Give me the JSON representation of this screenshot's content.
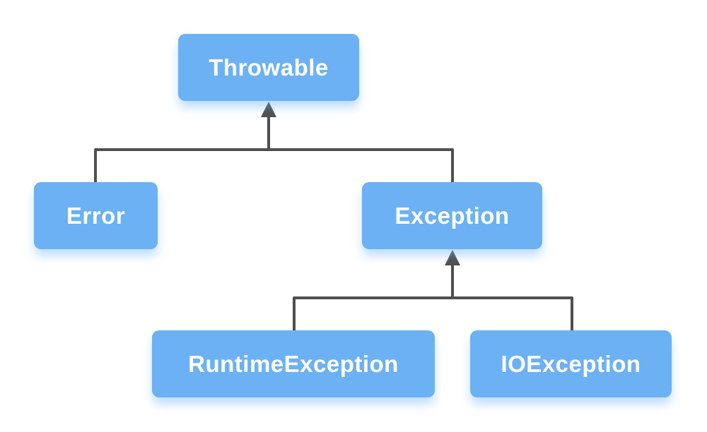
{
  "diagram": {
    "type": "hierarchy-tree",
    "description": "Java exception class hierarchy",
    "nodes": [
      {
        "id": "throwable",
        "label": "Throwable",
        "parent": null
      },
      {
        "id": "error",
        "label": "Error",
        "parent": "throwable"
      },
      {
        "id": "exception",
        "label": "Exception",
        "parent": "throwable"
      },
      {
        "id": "runtime-exception",
        "label": "RuntimeException",
        "parent": "exception"
      },
      {
        "id": "io-exception",
        "label": "IOException",
        "parent": "exception"
      }
    ],
    "edges": [
      {
        "from": "error",
        "to": "throwable",
        "arrowhead_at": "to"
      },
      {
        "from": "exception",
        "to": "throwable",
        "arrowhead_at": "to"
      },
      {
        "from": "runtime-exception",
        "to": "exception",
        "arrowhead_at": "to"
      },
      {
        "from": "io-exception",
        "to": "exception",
        "arrowhead_at": "to"
      }
    ],
    "colors": {
      "node_fill": "#6bb1f4",
      "node_text": "#ffffff",
      "connector": "#4f4f4f",
      "background": "#ffffff"
    }
  }
}
